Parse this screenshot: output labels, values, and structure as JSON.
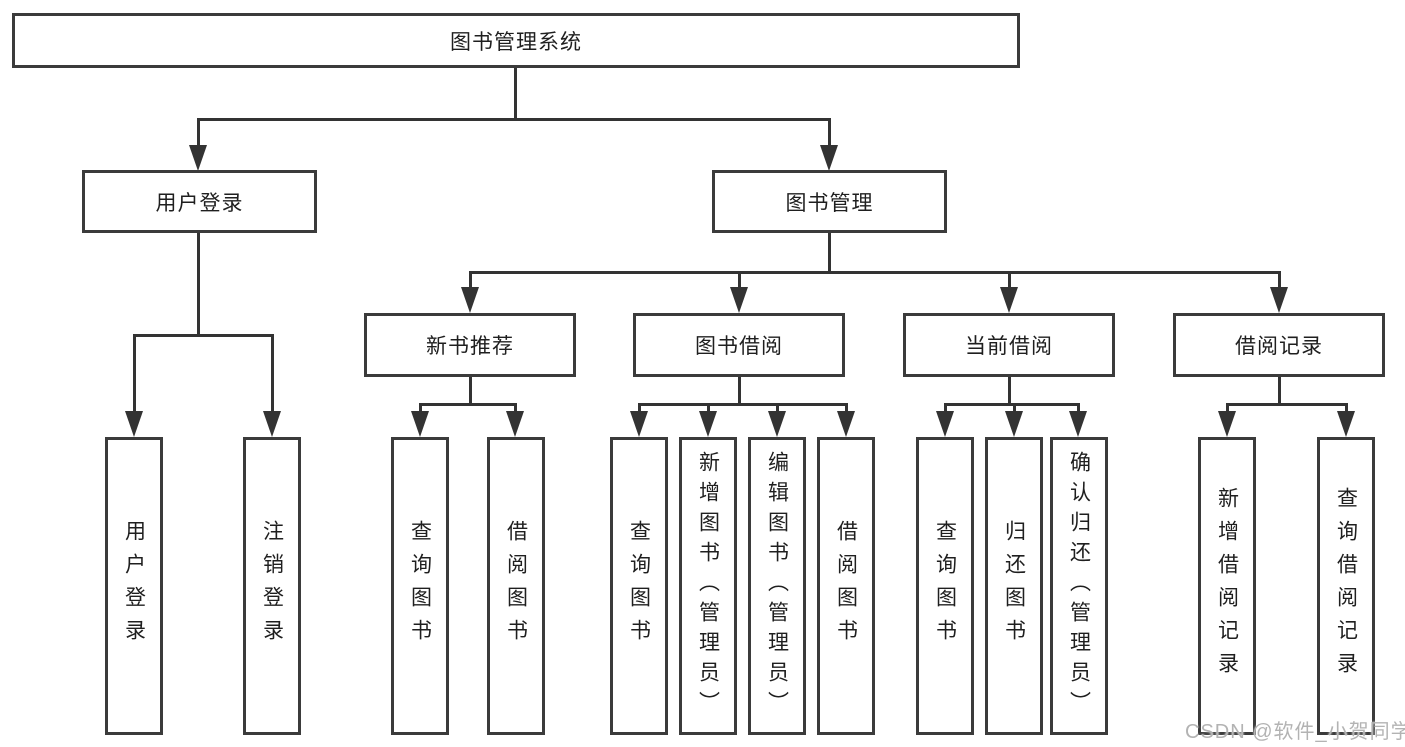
{
  "diagram_title": "图书管理系统",
  "tree": {
    "label": "图书管理系统",
    "children": [
      {
        "label": "用户登录",
        "children": [
          {
            "label": "用户登录"
          },
          {
            "label": "注销登录"
          }
        ]
      },
      {
        "label": "图书管理",
        "children": [
          {
            "label": "新书推荐",
            "children": [
              {
                "label": "查询图书"
              },
              {
                "label": "借阅图书"
              }
            ]
          },
          {
            "label": "图书借阅",
            "children": [
              {
                "label": "查询图书"
              },
              {
                "label": "新增图书（管理员）"
              },
              {
                "label": "编辑图书（管理员）"
              },
              {
                "label": "借阅图书"
              }
            ]
          },
          {
            "label": "当前借阅",
            "children": [
              {
                "label": "查询图书"
              },
              {
                "label": "归还图书"
              },
              {
                "label": "确认归还（管理员）"
              }
            ]
          },
          {
            "label": "借阅记录",
            "children": [
              {
                "label": "新增借阅记录"
              },
              {
                "label": "查询借阅记录"
              }
            ]
          }
        ]
      }
    ]
  },
  "watermark": "CSDN @软件_小贺同学",
  "colors": {
    "background": "#ffffff",
    "box_border": "#3b3b3b",
    "connector_line": "#333333",
    "text": "#1f1f1f",
    "watermark": "#b3b3b3"
  }
}
